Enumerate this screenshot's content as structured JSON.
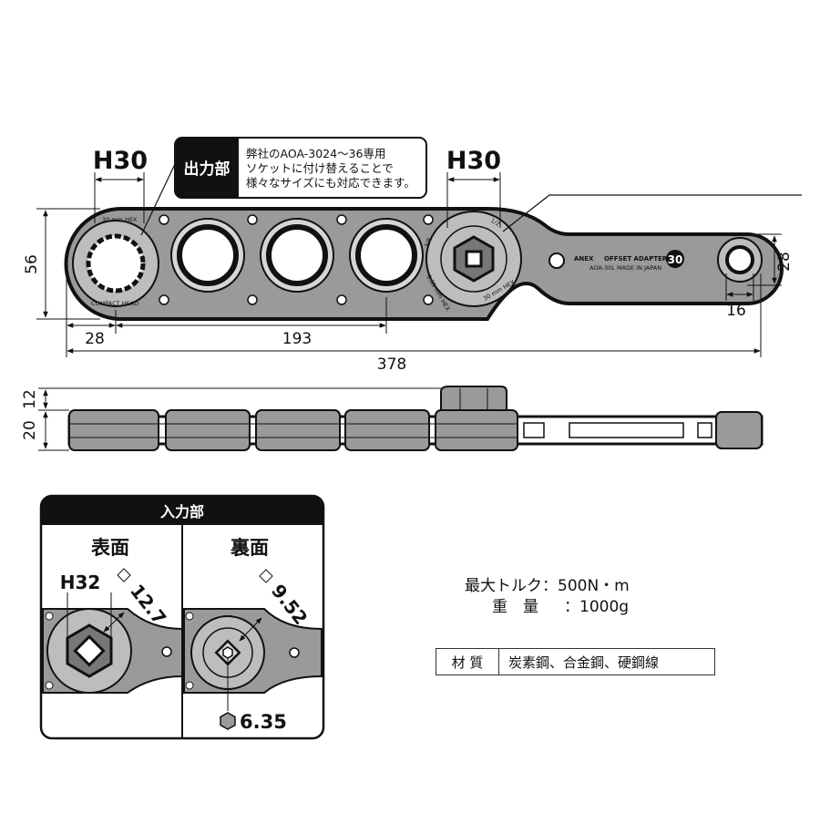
{
  "top_view": {
    "left_socket_label": "H30",
    "right_socket_label": "H30",
    "callout": {
      "title": "出力部",
      "text_lines": [
        "弊社のAOA-3024〜36専用",
        "ソケットに付け替えることで",
        "様々なサイズにも対応できます。"
      ]
    },
    "head_marks": {
      "top": "30 mm HEX",
      "bottom": "COMPACT HEAD"
    },
    "input_ring_marks": {
      "a": "3/8",
      "b": "1/2",
      "c": "6.35 mm HEX",
      "d": "30 mm HEX"
    },
    "brand": "ANEX",
    "model_name": "OFFSET ADAPTER",
    "model_badge": "30",
    "model_code": "AOA-30L MADE IN JAPAN",
    "dims": {
      "height": "56",
      "left_offset": "28",
      "pitch": "193",
      "total": "378",
      "end_height": "28",
      "end_width": "16"
    }
  },
  "side_view": {
    "dim_top": "12",
    "dim_bottom": "20"
  },
  "input_panel": {
    "title": "入力部",
    "front": {
      "label": "表面",
      "hex_label": "H32",
      "square_label": "12.7"
    },
    "back": {
      "label": "裏面",
      "square_label": "9.52",
      "hex_label": "6.35"
    }
  },
  "specs": {
    "rows": [
      {
        "key": "最大トルク",
        "sep": "：",
        "value": "500N・m"
      },
      {
        "key": "重　量",
        "sep": "：",
        "value": "1000g"
      }
    ],
    "material_key": "材 質",
    "material_value": "炭素鋼、合金鋼、硬鋼線"
  },
  "colors": {
    "body": "#9a9a9a",
    "dark": "#111111",
    "light": "#d6d6d6"
  }
}
